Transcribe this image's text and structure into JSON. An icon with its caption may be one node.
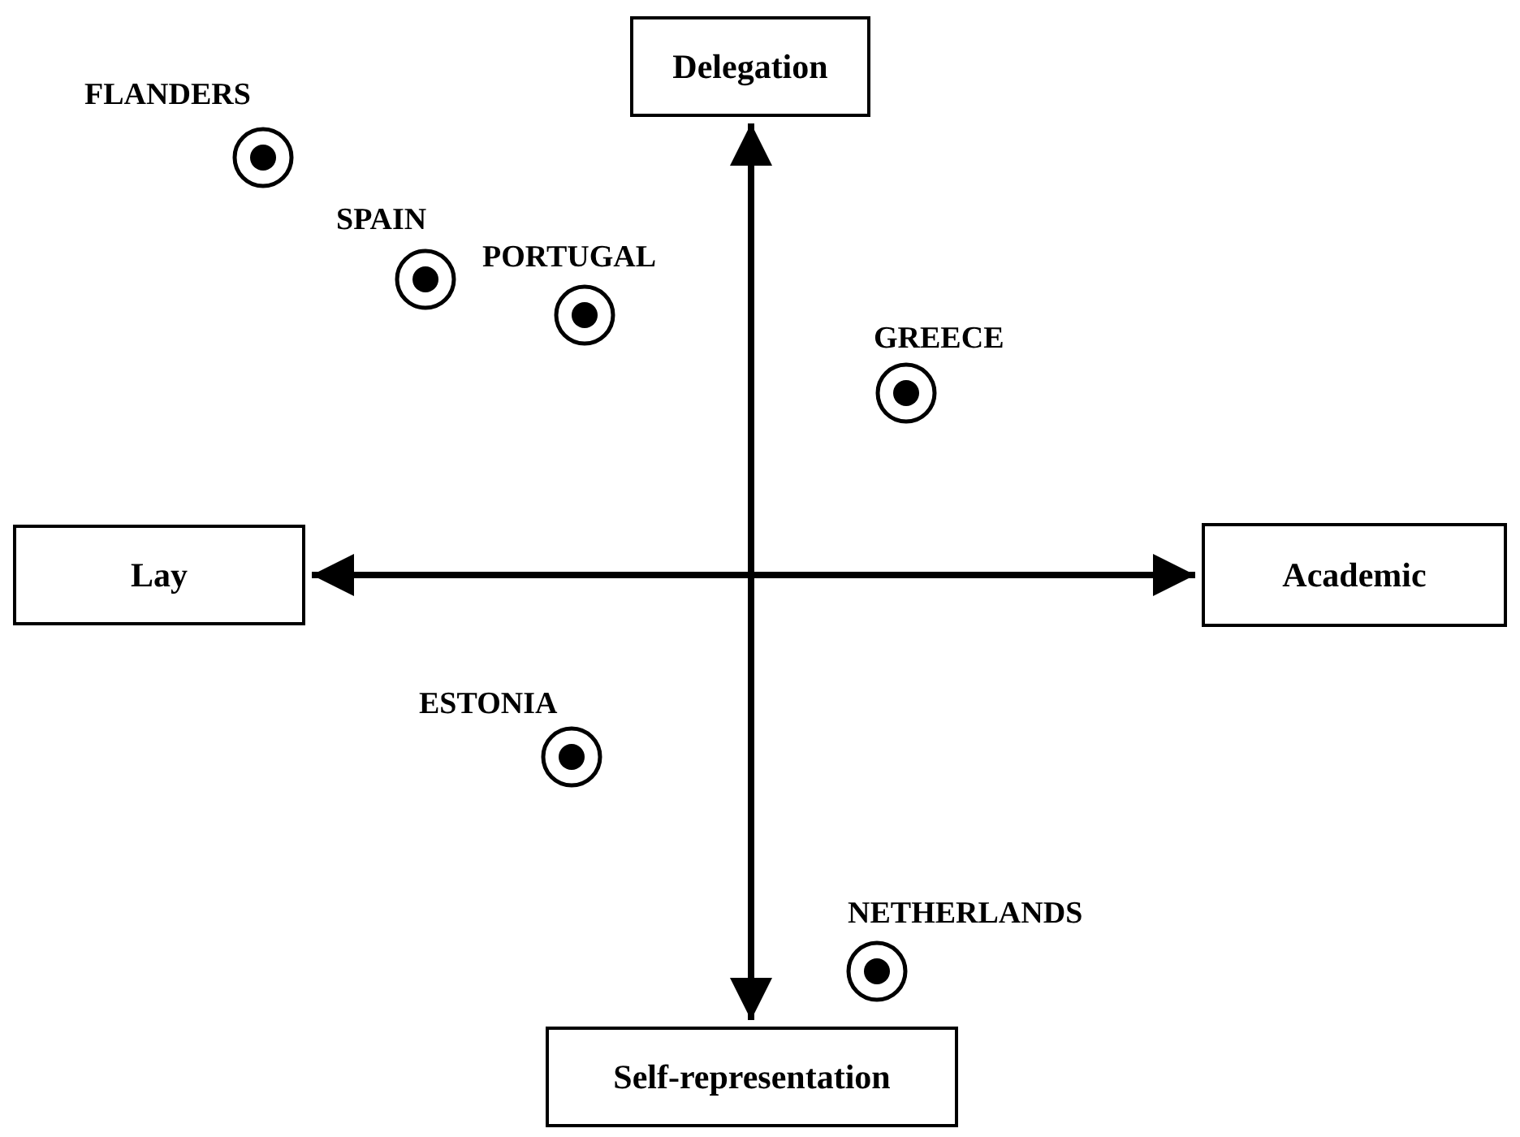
{
  "diagram": {
    "nodes": [
      {
        "text": [
          "Delegation"
        ]
      },
      {
        "text": [
          "FLANDERS"
        ]
      },
      {
        "text": [
          "SPAIN"
        ]
      },
      {
        "text": [
          "PORTUGAL"
        ]
      },
      {
        "text": [
          "GREECE"
        ]
      },
      {
        "text": [
          "Lay"
        ]
      },
      {
        "text": [
          "Academic"
        ]
      },
      {
        "text": [
          "ESTONIA"
        ]
      },
      {
        "text": [
          "NETHERLANDS"
        ]
      },
      {
        "text": [
          "Self-representation"
        ]
      }
    ],
    "edges": [
      {
        "from": 0,
        "to": 9,
        "arrow": "both"
      },
      {
        "from": 5,
        "to": 6,
        "arrow": "both"
      }
    ]
  }
}
